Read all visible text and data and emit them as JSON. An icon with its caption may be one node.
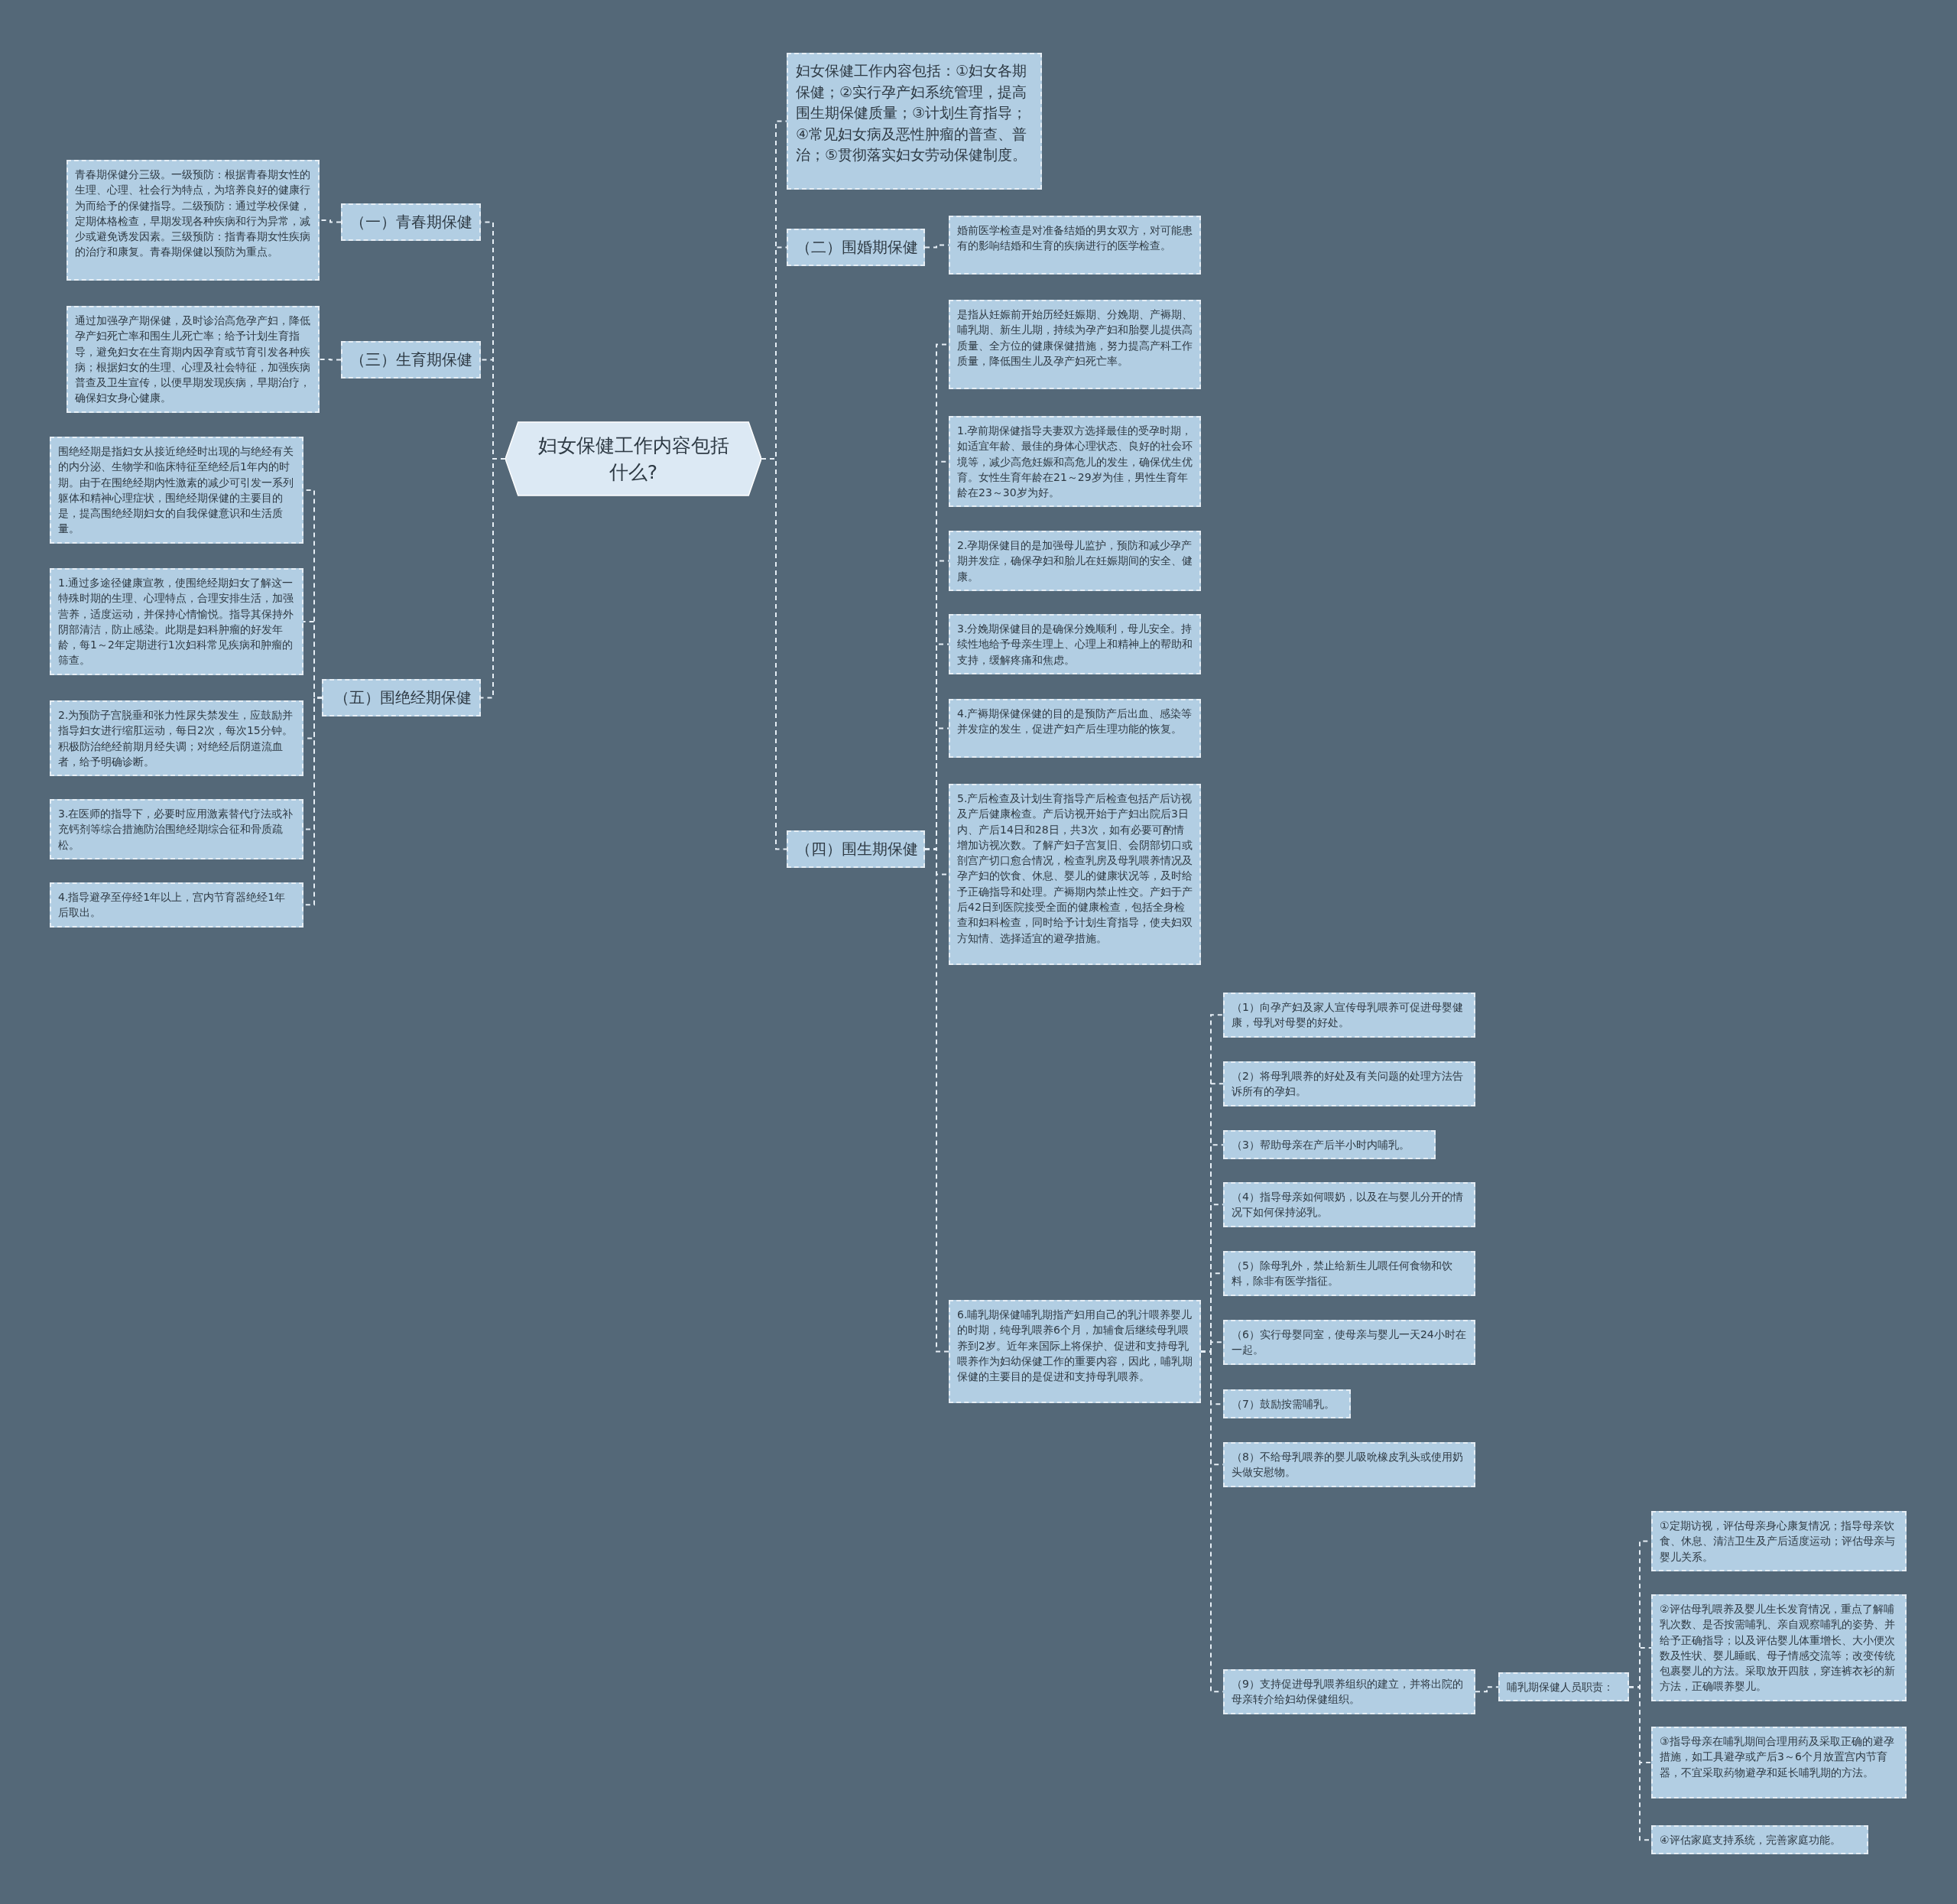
{
  "diagram": {
    "nodes": [
      {
        "text": [
          "妇女保健工作内容包括什么?"
        ]
      },
      {
        "text": [
          "妇女保健工作内容包括：①妇女各期保健；②实行孕产妇系统管理，提高围生期保健质量；③计划生育指导；④常见妇女病及恶性肿瘤的普查、普治；⑤贯彻落实妇女劳动保健制度。"
        ]
      },
      {
        "text": [
          "（二）围婚期保健"
        ]
      },
      {
        "text": [
          "婚前医学检查是对准备结婚的男女双方，对可能患有的影响结婚和生育的疾病进行的医学检查。"
        ]
      },
      {
        "text": [
          "（四）围生期保健"
        ]
      },
      {
        "text": [
          "是指从妊娠前开始历经妊娠期、分娩期、产褥期、哺乳期、新生儿期，持续为孕产妇和胎婴儿提供高质量、全方位的健康保健措施，努力提高产科工作质量，降低围生儿及孕产妇死亡率。"
        ]
      },
      {
        "text": [
          "1.孕前期保健指导夫妻双方选择最佳的受孕时期，如适宜年龄、最佳的身体心理状态、良好的社会环境等，减少高危妊娠和高危儿的发生，确保优生优育。女性生育年龄在21～29岁为佳，男性生育年龄在23～30岁为好。"
        ]
      },
      {
        "text": [
          "2.孕期保健目的是加强母儿监护，预防和减少孕产期并发症，确保孕妇和胎儿在妊娠期间的安全、健康。"
        ]
      },
      {
        "text": [
          "3.分娩期保健目的是确保分娩顺利，母儿安全。持续性地给予母亲生理上、心理上和精神上的帮助和支持，缓解疼痛和焦虑。"
        ]
      },
      {
        "text": [
          "4.产褥期保健保健的目的是预防产后出血、感染等并发症的发生，促进产妇产后生理功能的恢复。"
        ]
      },
      {
        "text": [
          "5.产后检查及计划生育指导产后检查包括产后访视及产后健康检查。产后访视开始于产妇出院后3日内、产后14日和28日，共3次，如有必要可酌情增加访视次数。了解产妇子宫复旧、会阴部切口或剖宫产切口愈合情况，检查乳房及母乳喂养情况及孕产妇的饮食、休息、婴儿的健康状况等，及时给予正确指导和处理。产褥期内禁止性交。产妇于产后42日到医院接受全面的健康检查，包括全身检查和妇科检查，同时给予计划生育指导，使夫妇双方知情、选择适宜的避孕措施。"
        ]
      },
      {
        "text": [
          "6.哺乳期保健哺乳期指产妇用自己的乳汁喂养婴儿的时期，纯母乳喂养6个月，加辅食后继续母乳喂养到2岁。近年来国际上将保护、促进和支持母乳喂养作为妇幼保健工作的重要内容，因此，哺乳期保健的主要目的是促进和支持母乳喂养。"
        ]
      },
      {
        "text": [
          "（1）向孕产妇及家人宣传母乳喂养可促进母婴健康，母乳对母婴的好处。"
        ]
      },
      {
        "text": [
          "（2）将母乳喂养的好处及有关问题的处理方法告诉所有的孕妇。"
        ]
      },
      {
        "text": [
          "（3）帮助母亲在产后半小时内哺乳。"
        ]
      },
      {
        "text": [
          "（4）指导母亲如何喂奶，以及在与婴儿分开的情况下如何保持泌乳。"
        ]
      },
      {
        "text": [
          "（5）除母乳外，禁止给新生儿喂任何食物和饮料，除非有医学指征。"
        ]
      },
      {
        "text": [
          "（6）实行母婴同室，使母亲与婴儿一天24小时在一起。"
        ]
      },
      {
        "text": [
          "（7）鼓励按需哺乳。"
        ]
      },
      {
        "text": [
          "（8）不给母乳喂养的婴儿吸吮橡皮乳头或使用奶头做安慰物。"
        ]
      },
      {
        "text": [
          "（9）支持促进母乳喂养组织的建立，并将出院的母亲转介给妇幼保健组织。"
        ]
      },
      {
        "text": [
          "哺乳期保健人员职责："
        ]
      },
      {
        "text": [
          "①定期访视，评估母亲身心康复情况；指导母亲饮食、休息、清洁卫生及产后适度运动；评估母亲与婴儿关系。"
        ]
      },
      {
        "text": [
          "②评估母乳喂养及婴儿生长发育情况，重点了解哺乳次数、是否按需哺乳、亲自观察哺乳的姿势、并给予正确指导；以及评估婴儿体重增长、大小便次数及性状、婴儿睡眠、母子情感交流等；改变传统包裹婴儿的方法。采取放开四肢，穿连裤衣衫的新方法，正确喂养婴儿。"
        ]
      },
      {
        "text": [
          "③指导母亲在哺乳期间合理用药及采取正确的避孕措施，如工具避孕或产后3～6个月放置宫内节育器，不宜采取药物避孕和延长哺乳期的方法。"
        ]
      },
      {
        "text": [
          "④评估家庭支持系统，完善家庭功能。"
        ]
      },
      {
        "text": [
          "（一）青春期保健"
        ]
      },
      {
        "text": [
          "青春期保健分三级。一级预防：根据青春期女性的生理、心理、社会行为特点，为培养良好的健康行为而给予的保健指导。二级预防：通过学校保健，定期体格检查，早期发现各种疾病和行为异常，减少或避免诱发因素。三级预防：指青春期女性疾病的治疗和康复。青春期保健以预防为重点。"
        ]
      },
      {
        "text": [
          "（三）生育期保健"
        ]
      },
      {
        "text": [
          "通过加强孕产期保健，及时诊治高危孕产妇，降低孕产妇死亡率和围生儿死亡率；给予计划生育指导，避免妇女在生育期内因孕育或节育引发各种疾病；根据妇女的生理、心理及社会特征，加强疾病普查及卫生宣传，以便早期发现疾病，早期治疗，确保妇女身心健康。"
        ]
      },
      {
        "text": [
          "（五）围绝经期保健"
        ]
      },
      {
        "text": [
          "围绝经期是指妇女从接近绝经时出现的与绝经有关的内分泌、生物学和临床特征至绝经后1年内的时期。由于在围绝经期内性激素的减少可引发一系列躯体和精神心理症状，围绝经期保健的主要目的是，提高围绝经期妇女的自我保健意识和生活质量。"
        ]
      },
      {
        "text": [
          "1.通过多途径健康宣教，使围绝经期妇女了解这一特殊时期的生理、心理特点，合理安排生活，加强营养，适度运动，并保持心情愉悦。指导其保持外阴部清洁，防止感染。此期是妇科肿瘤的好发年龄，每1～2年定期进行1次妇科常见疾病和肿瘤的筛查。"
        ]
      },
      {
        "text": [
          "2.为预防子宫脱垂和张力性尿失禁发生，应鼓励并指导妇女进行缩肛运动，每日2次，每次15分钟。积极防治绝经前期月经失调；对绝经后阴道流血者，给予明确诊断。"
        ]
      },
      {
        "text": [
          "3.在医师的指导下，必要时应用激素替代疗法或补充钙剂等综合措施防治围绝经期综合征和骨质疏松。"
        ]
      },
      {
        "text": [
          "4.指导避孕至停经1年以上，宫内节育器绝经1年后取出。"
        ]
      }
    ],
    "edges": [
      {
        "from": 0,
        "to": 1,
        "arrow": "none"
      },
      {
        "from": 0,
        "to": 2,
        "arrow": "none"
      },
      {
        "from": 2,
        "to": 3,
        "arrow": "none"
      },
      {
        "from": 0,
        "to": 4,
        "arrow": "none"
      },
      {
        "from": 4,
        "to": 5,
        "arrow": "none"
      },
      {
        "from": 4,
        "to": 6,
        "arrow": "none"
      },
      {
        "from": 4,
        "to": 7,
        "arrow": "none"
      },
      {
        "from": 4,
        "to": 8,
        "arrow": "none"
      },
      {
        "from": 4,
        "to": 9,
        "arrow": "none"
      },
      {
        "from": 4,
        "to": 10,
        "arrow": "none"
      },
      {
        "from": 4,
        "to": 11,
        "arrow": "none"
      },
      {
        "from": 11,
        "to": 12,
        "arrow": "none"
      },
      {
        "from": 11,
        "to": 13,
        "arrow": "none"
      },
      {
        "from": 11,
        "to": 14,
        "arrow": "none"
      },
      {
        "from": 11,
        "to": 15,
        "arrow": "none"
      },
      {
        "from": 11,
        "to": 16,
        "arrow": "none"
      },
      {
        "from": 11,
        "to": 17,
        "arrow": "none"
      },
      {
        "from": 11,
        "to": 18,
        "arrow": "none"
      },
      {
        "from": 11,
        "to": 19,
        "arrow": "none"
      },
      {
        "from": 11,
        "to": 20,
        "arrow": "none"
      },
      {
        "from": 20,
        "to": 21,
        "arrow": "none"
      },
      {
        "from": 21,
        "to": 22,
        "arrow": "none"
      },
      {
        "from": 21,
        "to": 23,
        "arrow": "none"
      },
      {
        "from": 21,
        "to": 24,
        "arrow": "none"
      },
      {
        "from": 21,
        "to": 25,
        "arrow": "none"
      },
      {
        "from": 0,
        "to": 26,
        "arrow": "none"
      },
      {
        "from": 26,
        "to": 27,
        "arrow": "none"
      },
      {
        "from": 0,
        "to": 28,
        "arrow": "none"
      },
      {
        "from": 28,
        "to": 29,
        "arrow": "none"
      },
      {
        "from": 0,
        "to": 30,
        "arrow": "none"
      },
      {
        "from": 30,
        "to": 31,
        "arrow": "none"
      },
      {
        "from": 30,
        "to": 32,
        "arrow": "none"
      },
      {
        "from": 30,
        "to": 33,
        "arrow": "none"
      },
      {
        "from": 30,
        "to": 34,
        "arrow": "none"
      },
      {
        "from": 30,
        "to": 35,
        "arrow": "none"
      }
    ]
  }
}
